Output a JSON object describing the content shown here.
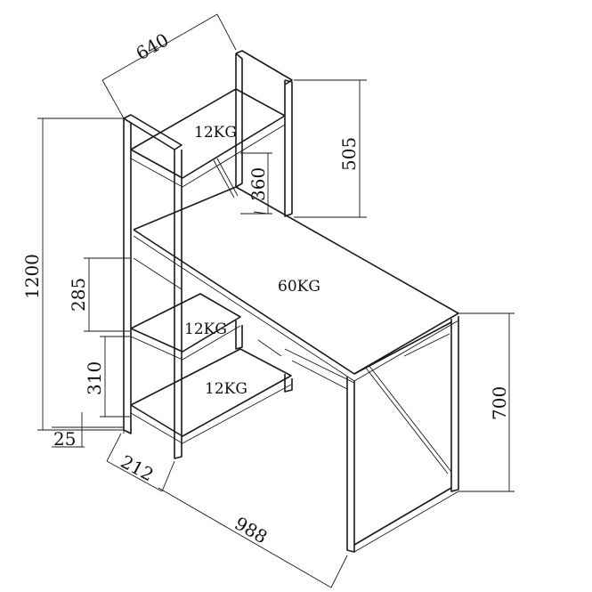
{
  "loads": {
    "top_shelf": "12KG",
    "desk_top": "60KG",
    "middle_shelf": "12KG",
    "bottom_shelf": "12KG"
  },
  "dimensions": {
    "shelf_width": "640",
    "upper_height": "505",
    "shelf_gap_top": "360",
    "total_height": "1200",
    "shelf_gap_middle": "285",
    "shelf_gap_bottom": "310",
    "foot_clearance": "25",
    "shelf_depth": "212",
    "desk_length": "988",
    "desk_height": "700"
  },
  "colors": {
    "line": "#1a1a1a",
    "background": "#ffffff"
  }
}
